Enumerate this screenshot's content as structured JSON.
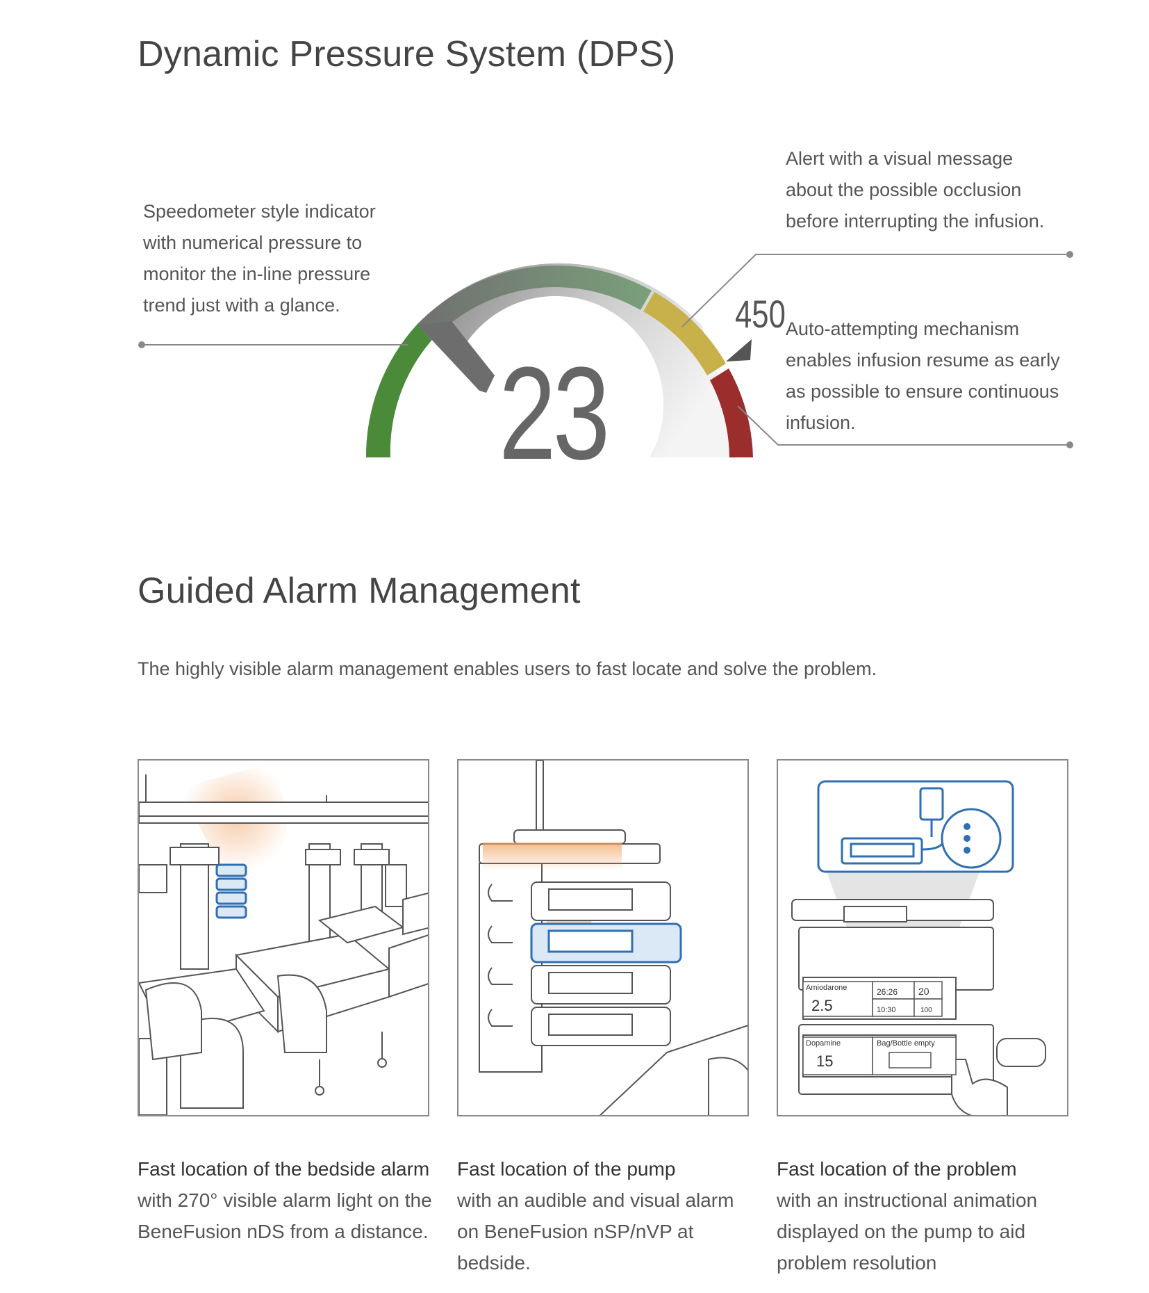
{
  "dps": {
    "title": "Dynamic Pressure System (DPS)",
    "left_text": [
      "Speedometer style indicator",
      "with numerical pressure to",
      "monitor the in-line pressure",
      "trend just with a glance."
    ],
    "right_top_text": [
      "Alert with a visual message",
      "about the possible occlusion",
      "before interrupting the infusion."
    ],
    "right_bottom_text": [
      "Auto-attempting mechanism",
      "enables infusion resume as early",
      "as possible to ensure continuous",
      "infusion."
    ],
    "gauge_value": "23",
    "gauge_limit": "450",
    "colors": {
      "green": "#4a8a38",
      "yellow": "#c8b04a",
      "red": "#9b2d2d",
      "gray": "#7a7a7a"
    }
  },
  "gam": {
    "title": "Guided Alarm Management",
    "intro": "The highly visible alarm management enables users to fast locate and solve the problem.",
    "cards": [
      {
        "title": "Fast location of the bedside alarm",
        "body": [
          "with 270° visible alarm light on the",
          "BeneFusion nDS from a distance."
        ]
      },
      {
        "title": "Fast location of the pump",
        "body": [
          "with an audible and visual  alarm",
          "on BeneFusion nSP/nVP at bedside."
        ]
      },
      {
        "title": "Fast location of the problem",
        "body": [
          "with an instructional animation",
          "displayed on the pump to aid",
          "problem resolution"
        ]
      }
    ],
    "pump_screen": {
      "drug1": "Amiodarone",
      "val1": "2.5",
      "time_a": "26:26",
      "time_b": "10:30",
      "rate1": "20",
      "pct": "100",
      "drug2": "Dopamine",
      "val2": "15",
      "alert": "Bag/Bottle empty"
    },
    "accent_orange": "#f0a060",
    "accent_blue": "#2f6fb3"
  }
}
